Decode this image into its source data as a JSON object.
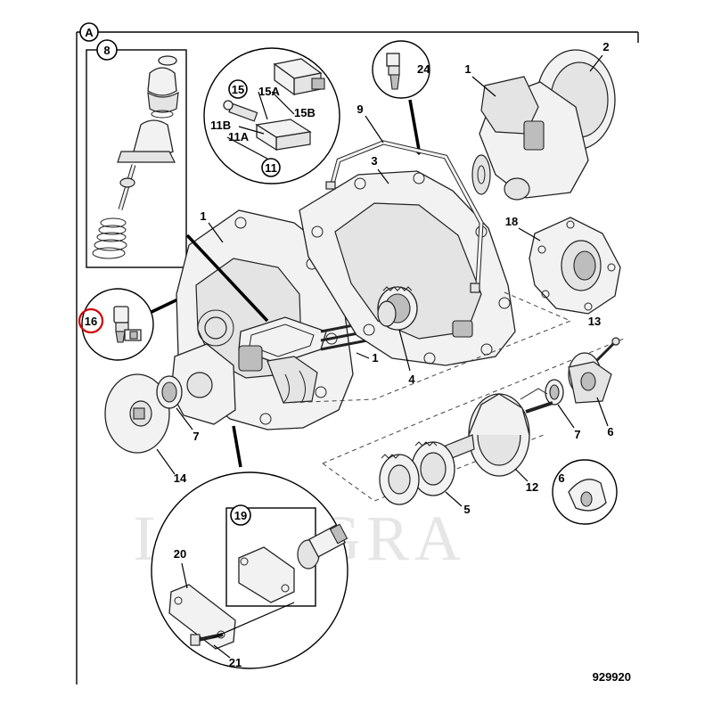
{
  "diagram": {
    "section_letter": "A",
    "drawing_number": "929920",
    "watermark": "LYTAGRA",
    "highlight_color": "#d40000",
    "callouts": {
      "c1a": "1",
      "c1b": "1",
      "c1c": "1",
      "c2": "2",
      "c3": "3",
      "c4": "4",
      "c5": "5",
      "c6a": "6",
      "c6b": "6",
      "c7a": "7",
      "c7b": "7",
      "c8": "8",
      "c9": "9",
      "c11": "11",
      "c11a": "11A",
      "c11b": "11B",
      "c12": "12",
      "c13": "13",
      "c14": "14",
      "c15": "15",
      "c15a": "15A",
      "c15b": "15B",
      "c16": "16",
      "c18": "18",
      "c19": "19",
      "c20": "20",
      "c21": "21",
      "c24": "24"
    }
  }
}
